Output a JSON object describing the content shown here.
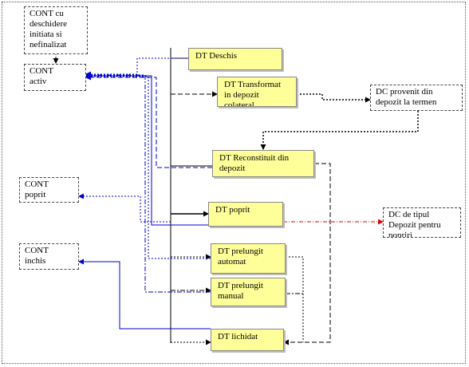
{
  "nodes": {
    "cont_deschidere": "CONT cu deschidere initiata si nefinalizat",
    "cont_activ": "CONT\nactiv",
    "cont_poprit": "CONT\npoprit",
    "cont_inchis": "CONT\ninchis",
    "dt_deschis": "DT Deschis",
    "dt_transformat": "DT Transformat in depozit colateral",
    "dc_provenit": "DC provenit din depozit la termen",
    "dt_reconstituit": "DT Reconstituit din depozit",
    "dt_poprit": "DT poprit",
    "dc_poprire": "DC  de tipul Depozit pentru popriri",
    "dt_prelungit_automat": "DT prelungit automat",
    "dt_prelungit_manual": "DT prelungit manual",
    "dt_lichidat": "DT lichidat"
  },
  "colors": {
    "dt_fill": "#ffff99",
    "link_black": "#000000",
    "link_blue": "#0000cc",
    "link_red": "#dd0000"
  }
}
